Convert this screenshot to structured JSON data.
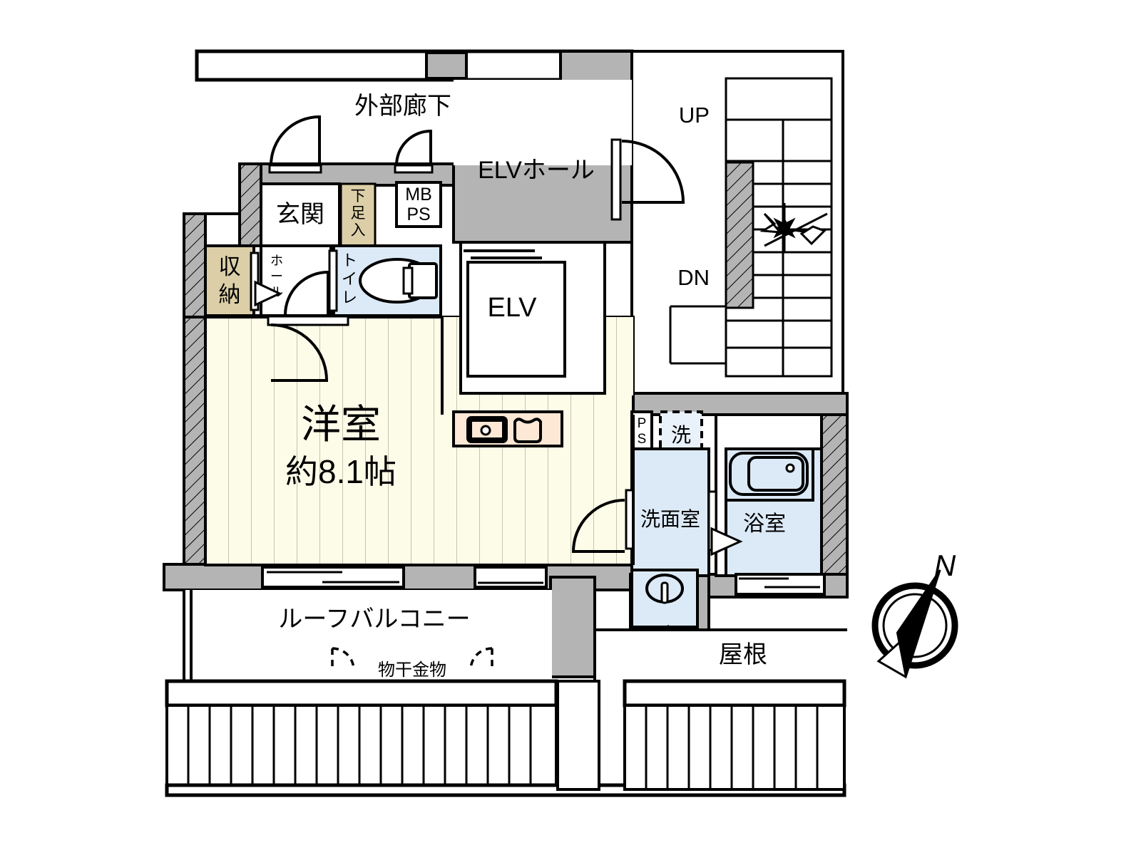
{
  "plan": {
    "type": "japanese-apartment-floor-plan",
    "layout_code": "1R",
    "rooms": [
      {
        "id": "western-room",
        "label_main": "洋室",
        "label_sub": "約8.1帖",
        "size_jo": 8.1,
        "fill": "#fdfce8",
        "flooring": "vertical-plank"
      },
      {
        "id": "entrance",
        "label": "玄関",
        "fill": "#ffffff"
      },
      {
        "id": "shoe-box",
        "label": "下足入",
        "fill": "#dccfa8"
      },
      {
        "id": "closet",
        "label": "収納",
        "fill": "#dccfa8"
      },
      {
        "id": "hall",
        "label": "ホール",
        "fill": "#ffffff"
      },
      {
        "id": "toilet",
        "label": "トイレ",
        "fill": "#dceaf7"
      },
      {
        "id": "washroom",
        "label": "洗面室",
        "fill": "#dceaf7"
      },
      {
        "id": "bathroom",
        "label": "浴室",
        "fill": "#dceaf7"
      },
      {
        "id": "washer",
        "label": "洗",
        "fill": "#e9f2fa",
        "style": "dashed"
      },
      {
        "id": "pipe-shaft",
        "label": "PS",
        "fill": "#ffffff"
      },
      {
        "id": "mb-ps",
        "label_line1": "MB",
        "label_line2": "PS",
        "fill": "#ffffff"
      },
      {
        "id": "elv",
        "label": "ELV",
        "fill": "#ffffff"
      },
      {
        "id": "elv-hall",
        "label": "ELVホール",
        "fill": "#ffffff"
      },
      {
        "id": "outer-corridor",
        "label": "外部廊下",
        "fill": "#ffffff"
      },
      {
        "id": "roof-balcony",
        "label": "ルーフバルコニー",
        "fill": "#ffffff"
      },
      {
        "id": "roof",
        "label": "屋根",
        "fill": "#ffffff"
      },
      {
        "id": "laundry-hanger",
        "label": "物干金物"
      },
      {
        "id": "stair-up",
        "label": "UP"
      },
      {
        "id": "stair-down",
        "label": "DN"
      }
    ],
    "compass": {
      "label": "N",
      "direction": "north-up-right"
    },
    "colors": {
      "wall": "#b4b4b4",
      "wall_stroke": "#000000",
      "floor_room": "#fdfce8",
      "wet_area": "#dceaf7",
      "storage": "#dccfa8",
      "kitchen_counter": "#fce8d5",
      "line": "#000000",
      "white": "#ffffff"
    },
    "fixtures": [
      {
        "id": "kitchen-counter",
        "parts": [
          "stove",
          "sink"
        ],
        "fill": "#fce8d5"
      },
      {
        "id": "bathtub",
        "fill": "#dceaf7"
      },
      {
        "id": "vanity-sink",
        "fill": "#dceaf7"
      },
      {
        "id": "toilet-bowl",
        "fill": "#ffffff"
      }
    ]
  }
}
